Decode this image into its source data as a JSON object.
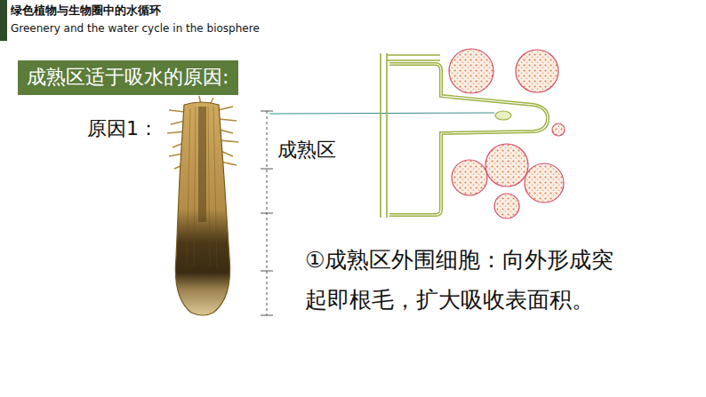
{
  "diagram": {
    "title": "绿色植物与生物圈中的水循环",
    "nodes": [
      {
        "text": [
          "成熟区适于吸水的原因:"
        ]
      }
    ],
    "edges": [],
    "labels": [
      "Greenery and the water cycle in the biosphere",
      "原因1：",
      "成熟区",
      "①成熟区外围细胞：向外形成突起即根毛，扩大吸收表面积。"
    ]
  }
}
